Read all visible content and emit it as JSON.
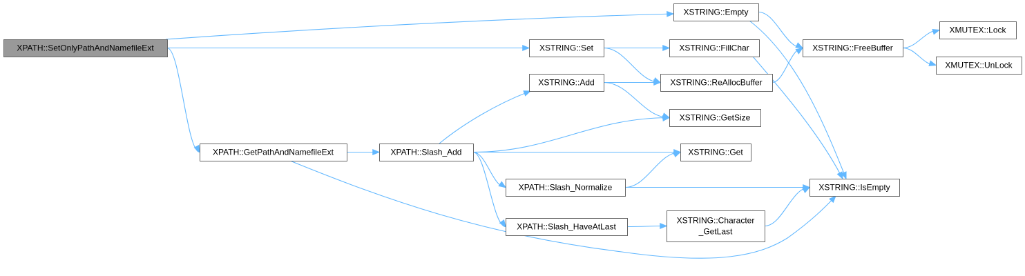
{
  "colors": {
    "edge": "#63b8ff",
    "node_fill": "#ffffff",
    "node_border": "#666666",
    "root_fill": "#999999",
    "root_border": "#666666",
    "text": "#000000"
  },
  "nodes": [
    {
      "id": "root",
      "lines": [
        "XPATH::SetOnlyPathAndNamefileExt"
      ],
      "root": true
    },
    {
      "id": "getpath",
      "lines": [
        "XPATH::GetPathAndNamefileExt"
      ]
    },
    {
      "id": "slashadd",
      "lines": [
        "XPATH::Slash_Add"
      ]
    },
    {
      "id": "slashnorm",
      "lines": [
        "XPATH::Slash_Normalize"
      ]
    },
    {
      "id": "slashhave",
      "lines": [
        "XPATH::Slash_HaveAtLast"
      ]
    },
    {
      "id": "xempty",
      "lines": [
        "XSTRING::Empty"
      ]
    },
    {
      "id": "xset",
      "lines": [
        "XSTRING::Set"
      ]
    },
    {
      "id": "xadd",
      "lines": [
        "XSTRING::Add"
      ]
    },
    {
      "id": "xfillchar",
      "lines": [
        "XSTRING::FillChar"
      ]
    },
    {
      "id": "xrealloc",
      "lines": [
        "XSTRING::ReAllocBuffer"
      ]
    },
    {
      "id": "xgetsize",
      "lines": [
        "XSTRING::GetSize"
      ]
    },
    {
      "id": "xget",
      "lines": [
        "XSTRING::Get"
      ]
    },
    {
      "id": "xcharlast",
      "lines": [
        "XSTRING::Character",
        "_GetLast"
      ]
    },
    {
      "id": "xfree",
      "lines": [
        "XSTRING::FreeBuffer"
      ]
    },
    {
      "id": "xisempty",
      "lines": [
        "XSTRING::IsEmpty"
      ]
    },
    {
      "id": "mlock",
      "lines": [
        "XMUTEX::Lock"
      ]
    },
    {
      "id": "munlock",
      "lines": [
        "XMUTEX::UnLock"
      ]
    }
  ],
  "edges": [
    {
      "from": "root",
      "to": "xempty"
    },
    {
      "from": "root",
      "to": "xset"
    },
    {
      "from": "root",
      "to": "getpath"
    },
    {
      "from": "getpath",
      "to": "slashadd"
    },
    {
      "from": "getpath",
      "to": "xisempty"
    },
    {
      "from": "slashadd",
      "to": "xadd"
    },
    {
      "from": "slashadd",
      "to": "xgetsize"
    },
    {
      "from": "slashadd",
      "to": "xget"
    },
    {
      "from": "slashadd",
      "to": "slashnorm"
    },
    {
      "from": "slashadd",
      "to": "slashhave"
    },
    {
      "from": "slashnorm",
      "to": "xget"
    },
    {
      "from": "slashnorm",
      "to": "xisempty"
    },
    {
      "from": "slashhave",
      "to": "xcharlast"
    },
    {
      "from": "xcharlast",
      "to": "xisempty"
    },
    {
      "from": "xset",
      "to": "xfillchar"
    },
    {
      "from": "xset",
      "to": "xrealloc"
    },
    {
      "from": "xadd",
      "to": "xrealloc"
    },
    {
      "from": "xadd",
      "to": "xgetsize"
    },
    {
      "from": "xfillchar",
      "to": "xisempty"
    },
    {
      "from": "xempty",
      "to": "xfree"
    },
    {
      "from": "xempty",
      "to": "xisempty"
    },
    {
      "from": "xrealloc",
      "to": "xfree"
    },
    {
      "from": "xfree",
      "to": "mlock"
    },
    {
      "from": "xfree",
      "to": "munlock"
    }
  ]
}
